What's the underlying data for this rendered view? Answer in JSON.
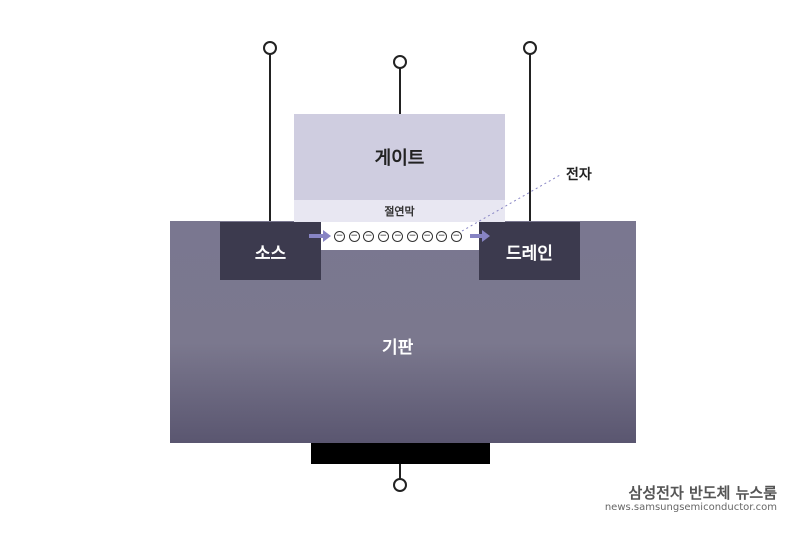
{
  "labels": {
    "gate": "게이트",
    "insulator": "절연막",
    "electron": "전자",
    "source": "소스",
    "drain": "드레인",
    "substrate": "기판"
  },
  "electron_symbol": "⊖",
  "electron_count": 9,
  "watermark": {
    "title": "삼성전자 반도체 뉴스룸",
    "url": "news.samsungsemiconductor.com"
  },
  "colors": {
    "gate": "#cfcde0",
    "insulator": "#e8e7f2",
    "source_drain": "#3c3a4e",
    "substrate": "#7a7790",
    "arrow": "#8784c4"
  }
}
